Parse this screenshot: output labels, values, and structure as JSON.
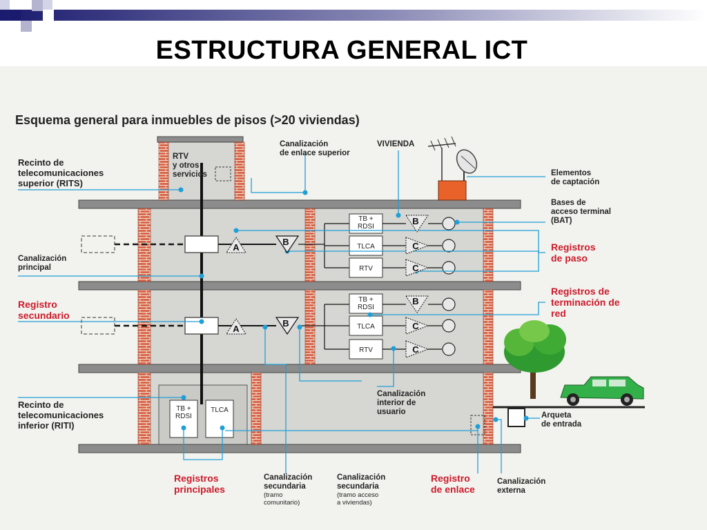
{
  "slide": {
    "title": "ESTRUCTURA GENERAL ICT"
  },
  "diagram": {
    "subtitle": "Esquema general para inmuebles de pisos (>20 viviendas)",
    "box_rtv": [
      "RTV",
      "y otros",
      "servicios"
    ],
    "label_rits": [
      "Recinto de",
      "telecomunicaciones",
      "superior (RITS)"
    ],
    "label_canalizacion_enlace_superior": [
      "Canalización",
      "de enlace superior"
    ],
    "label_vivienda": "VIVIENDA",
    "label_elementos_captacion": [
      "Elementos",
      "de captación"
    ],
    "label_bat": [
      "Bases de",
      "acceso terminal",
      "(BAT)"
    ],
    "label_registros_paso": [
      "Registros",
      "de paso"
    ],
    "label_canalizacion_principal": [
      "Canalización",
      "principal"
    ],
    "label_registros_terminacion": [
      "Registros de",
      "terminación de",
      "red"
    ],
    "label_registro_secundario": [
      "Registro",
      "secundario"
    ],
    "label_canalizacion_interior": [
      "Canalización",
      "interior de",
      "usuario"
    ],
    "label_riti": [
      "Recinto de",
      "telecomunicaciones",
      "inferior (RITI)"
    ],
    "label_arqueta": [
      "Arqueta",
      "de entrada"
    ],
    "label_registros_principales": [
      "Registros",
      "principales"
    ],
    "label_canalizacion_sec_comunitario": [
      "Canalización",
      "secundaria",
      "(tramo",
      "comunitario)"
    ],
    "label_canalizacion_sec_viviendas": [
      "Canalización",
      "secundaria",
      "(tramo acceso",
      "a viviendas)"
    ],
    "label_registro_enlace": [
      "Registro",
      "de enlace"
    ],
    "label_canalizacion_externa": [
      "Canalización",
      "externa"
    ],
    "box_tb_rdsi": [
      "TB +",
      "RDSI"
    ],
    "box_tlca": "TLCA",
    "box_rtv_small": "RTV",
    "marker_a": "A",
    "marker_b": "B",
    "marker_c": "C",
    "colors": {
      "red_label": "#cc1a2a",
      "cyan_line": "#1e9fd8",
      "floor": "#8c8c8c",
      "brick": "#d9664a",
      "navy": "#1a1a6e",
      "antenna_base": "#e8622a",
      "tree": "#2f9a2f",
      "car": "#33b04a"
    }
  }
}
